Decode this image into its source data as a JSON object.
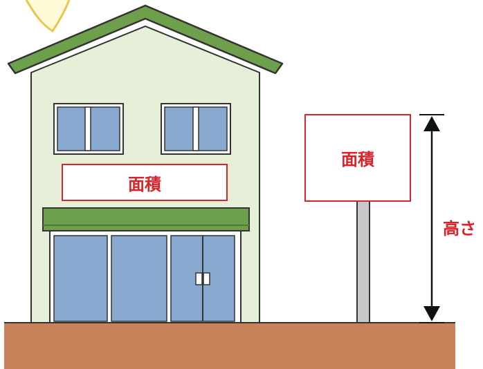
{
  "labels": {
    "building_sign": "面積",
    "pole_sign": "面積",
    "height": "高さ"
  },
  "colors": {
    "sign_text": "#d8232a",
    "sign_border": "#d8232a",
    "roof": "#6ea04b",
    "wall": "#e6efd8",
    "window_glass": "#88a9cf",
    "awning": "#6ea04b",
    "ground": "#c8825a",
    "pole": "#c8c8c8",
    "outline": "#333333"
  },
  "icons": {
    "height_arrow": "double-headed-vertical-arrow",
    "door_handle": "door-handle-icon"
  }
}
